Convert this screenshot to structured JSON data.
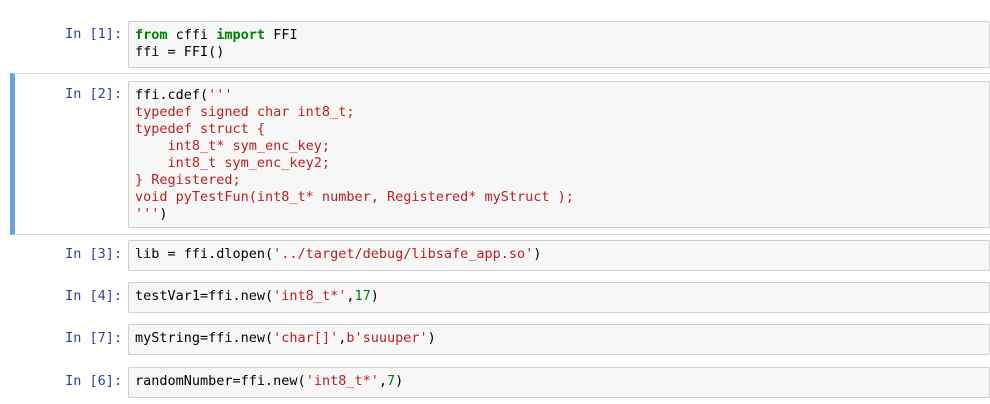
{
  "cells": [
    {
      "prompt": "In [1]:",
      "line1": {
        "kw1": "from",
        "mod": " cffi ",
        "kw2": "import",
        "name": " FFI"
      },
      "line2": "ffi = FFI()"
    },
    {
      "prompt": "In [2]:",
      "head": "ffi.cdef(",
      "quote_open": "'''",
      "body": "typedef signed char int8_t;\ntypedef struct {\n    int8_t* sym_enc_key;\n    int8_t sym_enc_key2;\n} Registered;\nvoid pyTestFun(int8_t* number, Registered* myStruct );\n'''",
      "tail": ")"
    },
    {
      "prompt": "In [3]:",
      "pre": "lib = ffi.dlopen(",
      "str": "'../target/debug/libsafe_app.so'",
      "post": ")"
    },
    {
      "prompt": "In [4]:",
      "pre": "testVar1=ffi.new(",
      "str": "'int8_t*'",
      "sep": ",",
      "num": "17",
      "post": ")"
    },
    {
      "prompt": "In [7]:",
      "pre": "myString=ffi.new(",
      "str": "'char[]'",
      "sep": ",",
      "str2": "b'suuuper'",
      "post": ")"
    },
    {
      "prompt": "In [6]:",
      "pre": "randomNumber=ffi.new(",
      "str": "'int8_t*'",
      "sep": ",",
      "num": "7",
      "post": ")"
    }
  ],
  "colors": {
    "prompt": "#303f9f",
    "keyword": "#008000",
    "string": "#ba2121",
    "selected_border": "#66a3e0",
    "input_bg": "#f7f7f7"
  }
}
